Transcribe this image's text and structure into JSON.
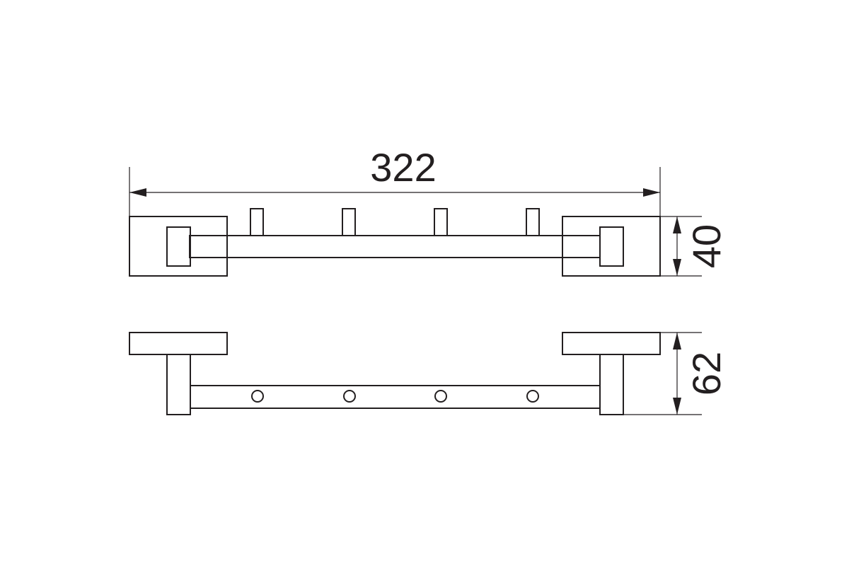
{
  "dimensions": {
    "overall_length": "322",
    "front_height": "40",
    "side_depth": "62"
  },
  "views": {
    "front": {
      "hook_count": 4
    },
    "top": {
      "hook_count": 4
    }
  },
  "colors": {
    "line": "#231f20",
    "background": "#ffffff"
  }
}
